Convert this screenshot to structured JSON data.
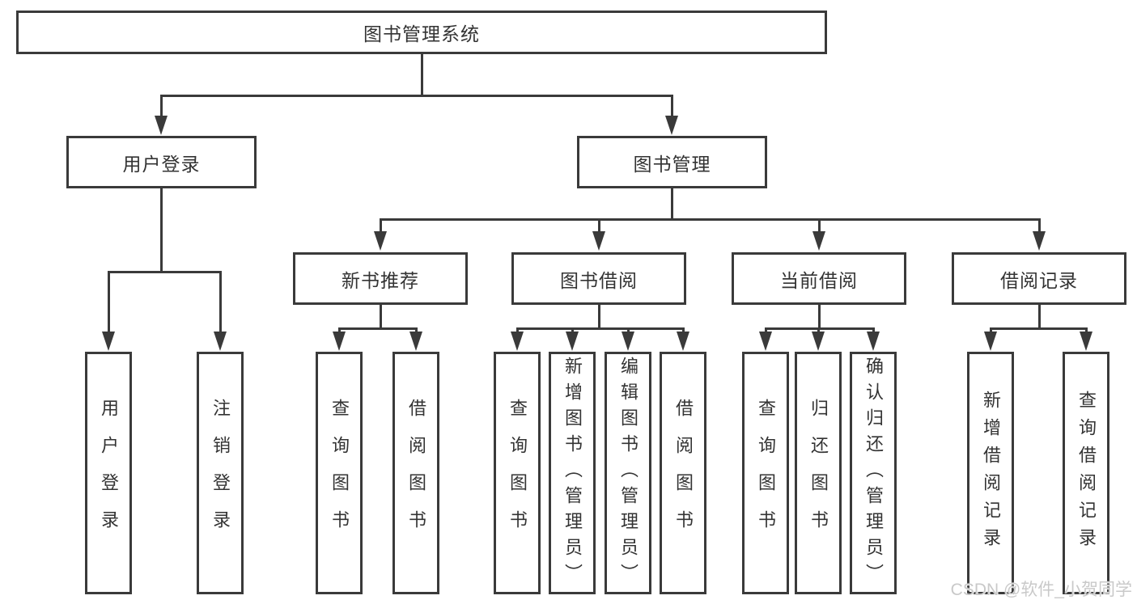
{
  "diagram": {
    "title": "图书管理系统",
    "branches": [
      {
        "label": "用户登录",
        "children": [
          "用户登录",
          "注销登录"
        ]
      },
      {
        "label": "图书管理",
        "children": [
          {
            "label": "新书推荐",
            "children": [
              "查询图书",
              "借阅图书"
            ]
          },
          {
            "label": "图书借阅",
            "children": [
              "查询图书",
              "新增图书（管理员）",
              "编辑图书（管理员）",
              "借阅图书"
            ]
          },
          {
            "label": "当前借阅",
            "children": [
              "查询图书",
              "归还图书",
              "确认归还（管理员）"
            ]
          },
          {
            "label": "借阅记录",
            "children": [
              "新增借阅记录",
              "查询借阅记录"
            ]
          }
        ]
      }
    ]
  },
  "watermark": {
    "text": "CSDN @软件_小贺同学",
    "color": "#c9c9c9"
  },
  "colors": {
    "line": "#3a3a3a",
    "text": "#333333",
    "background": "#ffffff",
    "box_background": "#ffffff"
  }
}
